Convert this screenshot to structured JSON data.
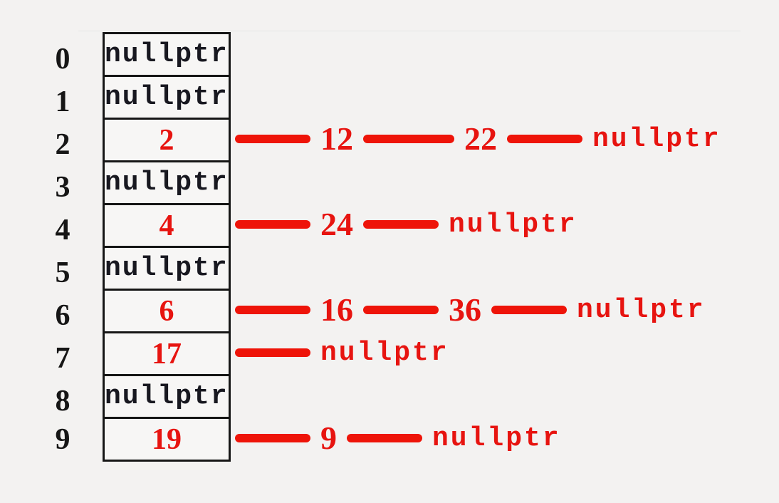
{
  "diagram": {
    "kind": "hash-table-separate-chaining",
    "colors": {
      "accent_red": "#e71410",
      "text_black": "#161616"
    }
  },
  "table": {
    "rows": [
      {
        "index": "0",
        "value": "nullptr"
      },
      {
        "index": "1",
        "value": "nullptr"
      },
      {
        "index": "2",
        "value": "2"
      },
      {
        "index": "3",
        "value": "nullptr"
      },
      {
        "index": "4",
        "value": "4"
      },
      {
        "index": "5",
        "value": "nullptr"
      },
      {
        "index": "6",
        "value": "6"
      },
      {
        "index": "7",
        "value": "17"
      },
      {
        "index": "8",
        "value": "nullptr"
      },
      {
        "index": "9",
        "value": "19"
      }
    ]
  },
  "chains": [
    {
      "bucket": "2",
      "nodes": [
        "12",
        "22"
      ],
      "tail": "nullptr"
    },
    {
      "bucket": "4",
      "nodes": [
        "24"
      ],
      "tail": "nullptr"
    },
    {
      "bucket": "6",
      "nodes": [
        "16",
        "36"
      ],
      "tail": "nullptr"
    },
    {
      "bucket": "7",
      "nodes": [],
      "tail": "nullptr"
    },
    {
      "bucket": "9",
      "nodes": [
        "9"
      ],
      "tail": "nullptr"
    }
  ]
}
